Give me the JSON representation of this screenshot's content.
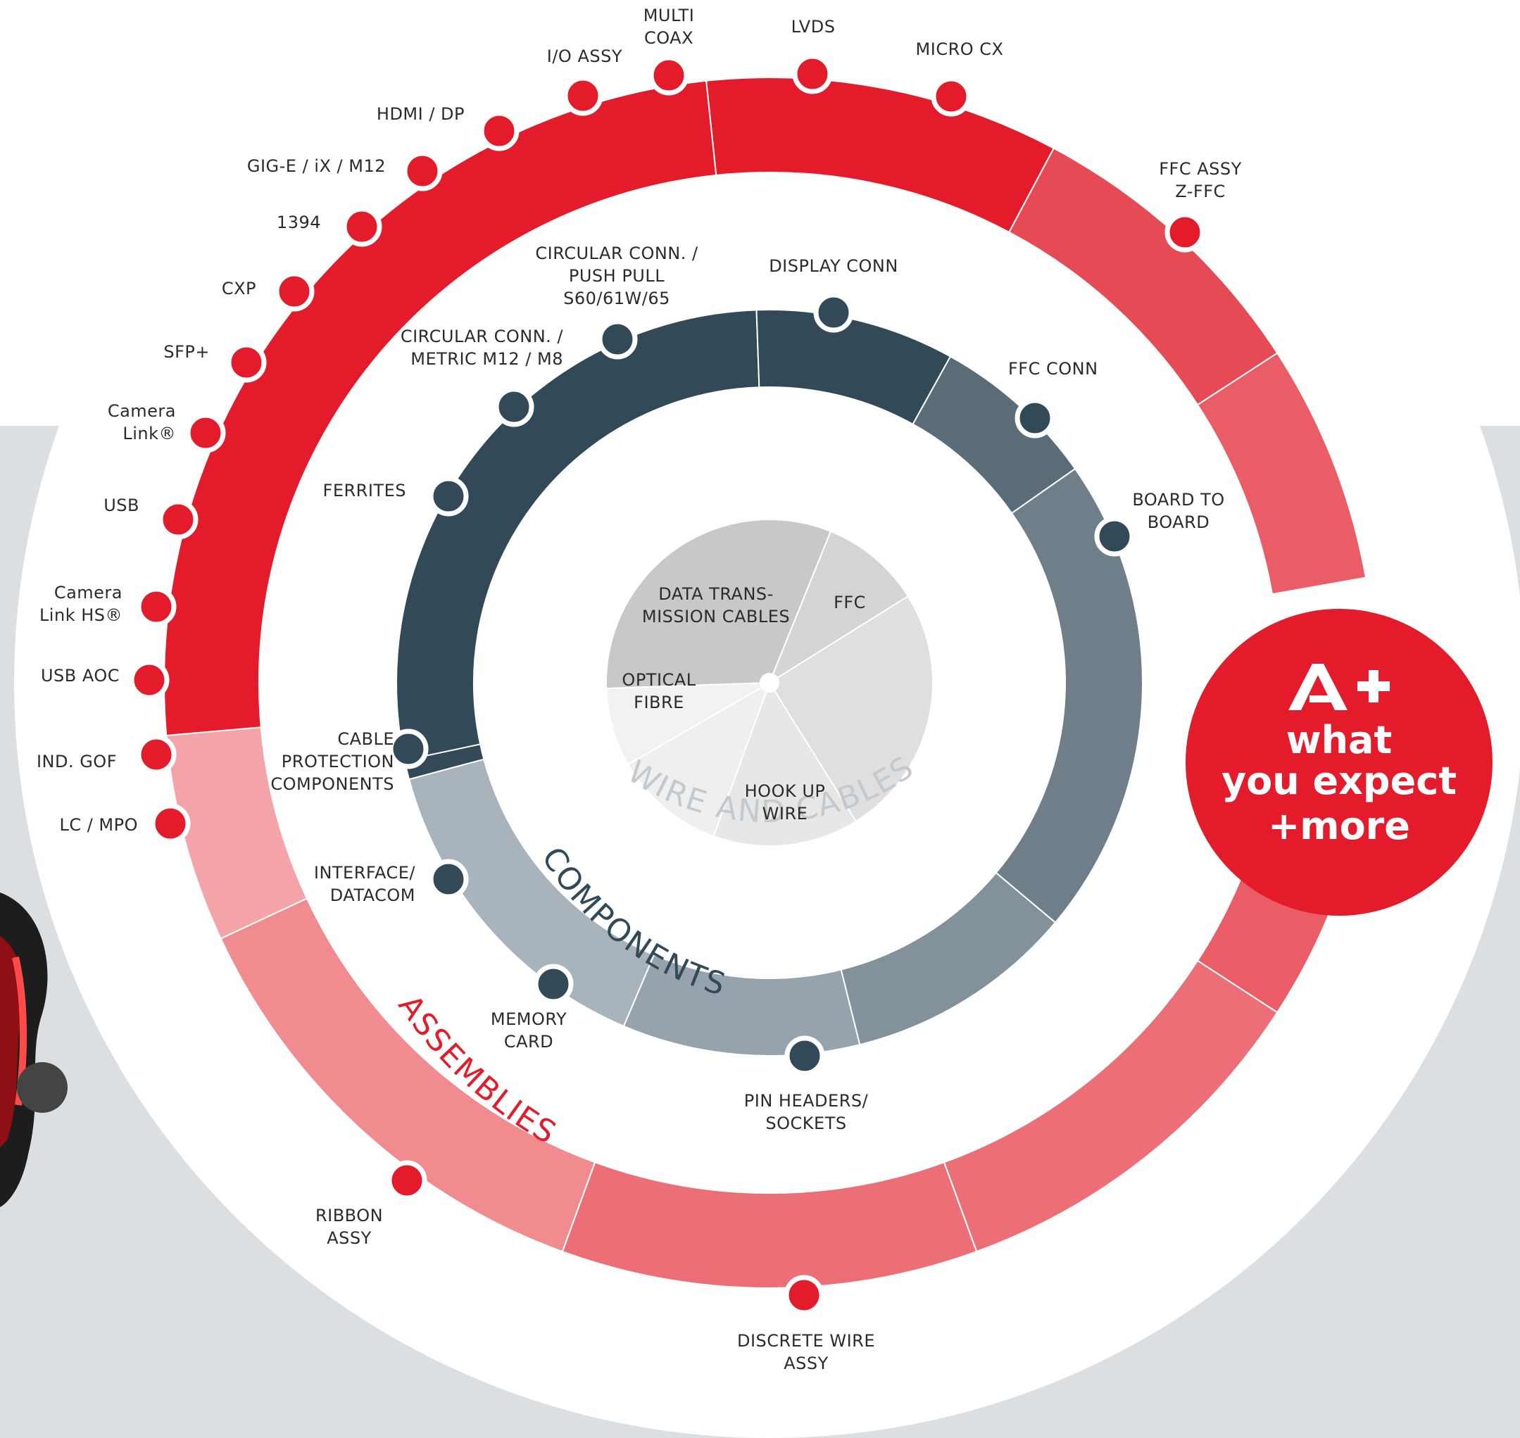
{
  "colors": {
    "background": "#ffffff",
    "panel": "#dcdfe2",
    "red": "#e31b2a",
    "dark_navy": "#324958",
    "slate": "#5b6c79",
    "text": "#2b2b2b"
  },
  "rings": {
    "wire_and_cables": "WIRE AND CABLES",
    "components": "COMPONENTS",
    "assemblies": "ASSEMBLIES"
  },
  "wire_and_cables": [
    {
      "label": "DATA TRANS-\nMISSION CABLES"
    },
    {
      "label": "FFC"
    },
    {
      "label": ""
    },
    {
      "label": "HOOK UP\nWIRE"
    },
    {
      "label": ""
    },
    {
      "label": "OPTICAL\nFIBRE"
    }
  ],
  "components": [
    "CIRCULAR CONN. /\nPUSH PULL\nS60/61W/65",
    "DISPLAY CONN",
    "FFC CONN",
    "BOARD TO\nBOARD",
    "PIN HEADERS/\nSOCKETS",
    "MEMORY\nCARD",
    "INTERFACE/\nDATACOM",
    "CABLE\nPROTECTION\nCOMPONENTS",
    "FERRITES",
    "CIRCULAR CONN. /\nMETRIC M12 / M8"
  ],
  "assemblies": [
    "MULTI\nCOAX",
    "I/O ASSY",
    "HDMI / DP",
    "GIG-E / iX / M12",
    "1394",
    "CXP",
    "SFP+",
    "Camera\nLink®",
    "USB",
    "Camera\nLink HS®",
    "USB AOC",
    "IND. GOF",
    "LC / MPO",
    "RIBBON\nASSY",
    "DISCRETE WIRE\nASSY",
    "FFC ASSY\nZ-FFC",
    "MICRO CX",
    "LVDS"
  ],
  "badge": {
    "logo": "A+",
    "line1": "what",
    "line2": "you expect",
    "line3": "+more"
  }
}
